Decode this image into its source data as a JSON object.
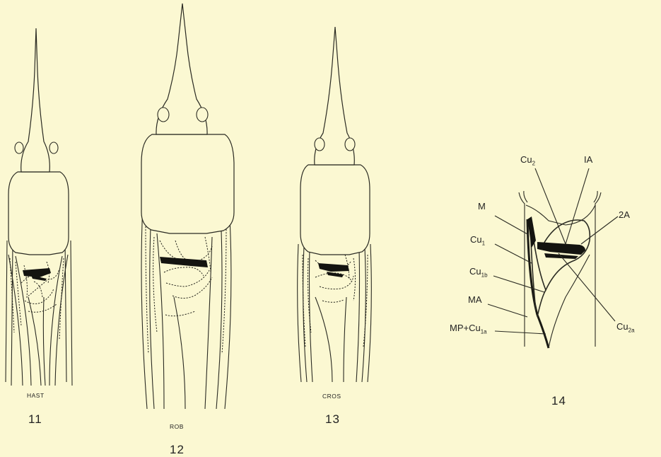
{
  "figures": [
    {
      "number": "11",
      "tag": "HAST"
    },
    {
      "number": "12",
      "tag": "ROB"
    },
    {
      "number": "13",
      "tag": "CROS"
    },
    {
      "number": "14",
      "tag": ""
    }
  ],
  "vein_labels": {
    "cu2": {
      "base": "Cu",
      "sub": "2"
    },
    "ia": {
      "base": "IA",
      "sub": ""
    },
    "m": {
      "base": "M",
      "sub": ""
    },
    "twoa": {
      "base": "2A",
      "sub": ""
    },
    "cu1": {
      "base": "Cu",
      "sub": "1"
    },
    "cu1b": {
      "base": "Cu",
      "sub": "1b"
    },
    "ma": {
      "base": "MA",
      "sub": ""
    },
    "mpcu1a": {
      "base": "MP+Cu",
      "sub": "1a"
    },
    "cu2a": {
      "base": "Cu",
      "sub": "2a"
    }
  }
}
